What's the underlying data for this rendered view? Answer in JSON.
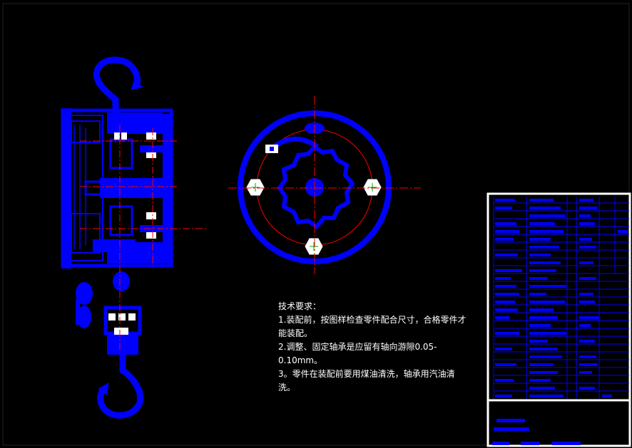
{
  "drawing": {
    "background": "#000000",
    "line_color": "#0000ff",
    "center_line_color": "#ff0000",
    "highlight_color": "#ffffff",
    "views": [
      "hoist-section-view",
      "hoist-end-view"
    ]
  },
  "technical_requirements": {
    "heading": "技术要求：",
    "items": [
      "1.装配前，按图样检查零件配合尺寸，合格零件才能装配。",
      "2.调整、固定轴承是应留有轴向游隙0.05-0.10mm。",
      "3。零件在装配前要用煤油清洗，轴承用汽油清洗。"
    ]
  }
}
